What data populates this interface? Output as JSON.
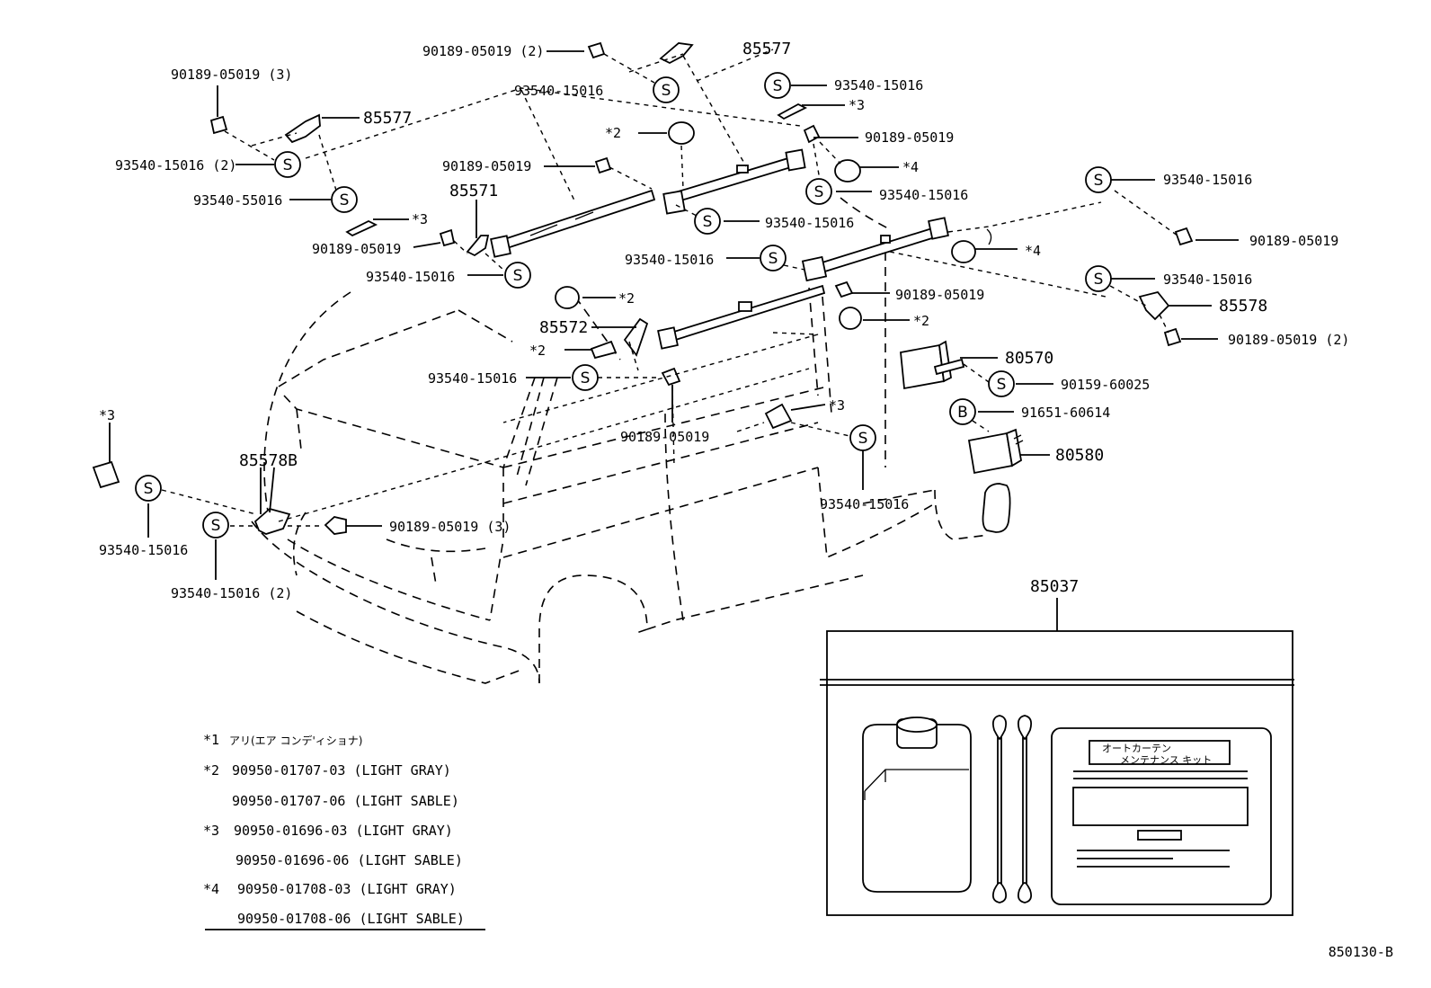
{
  "diagram_id": "850130-B",
  "symbols": {
    "screw": "S",
    "bolt": "B"
  },
  "labels": {
    "c1": "90189-05019 (2)",
    "c2": "85577",
    "c3": "90189-05019 (3)",
    "c4": "93540-15016",
    "c5": "93540-15016",
    "c6": "85577",
    "c7": "*3",
    "c8": "*2",
    "c9": "90189-05019",
    "c10": "93540-15016 (2)",
    "c11": "90189-05019",
    "c12": "*4",
    "c13": "93540-55016",
    "c14": "85571",
    "c15": "93540-15016",
    "c16": "93540-15016",
    "c17": "93540-15016",
    "c18": "*3",
    "c19": "90189-05019",
    "c20": "90189-05019",
    "c21": "93540-15016",
    "c22": "93540-15016",
    "c23": "*4",
    "c24": "*2",
    "c25": "90189-05019",
    "c26": "93540-15016",
    "c27": "85572",
    "c28": "*2",
    "c29": "85578",
    "c30": "*2",
    "c31": "90189-05019 (2)",
    "c32": "93540-15016",
    "c33": "80570",
    "c34": "90159-60025",
    "c35": "90189-05019",
    "c36": "91651-60614",
    "c37": "*3",
    "c38": "*3",
    "c39": "80580",
    "c40": "85578B",
    "c41": "93540-15016",
    "c42": "90189-05019 (3)",
    "c43": "93540-15016",
    "c44": "93540-15016 (2)",
    "c45": "85037"
  },
  "kit": {
    "line1": "オートカーテン",
    "line2": "メンテナンス キット"
  },
  "legend": [
    {
      "mark": "*1",
      "text": "アリ(エア コンデ'ィショナ)"
    },
    {
      "mark": "*2",
      "text": "90950-01707-03  (LIGHT GRAY)"
    },
    {
      "mark": "",
      "text": "90950-01707-06  (LIGHT SABLE)"
    },
    {
      "mark": "*3",
      "text": "90950-01696-03  (LIGHT GRAY)"
    },
    {
      "mark": "",
      "text": "90950-01696-06  (LIGHT SABLE)"
    },
    {
      "mark": "*4",
      "text": "90950-01708-03  (LIGHT GRAY)"
    },
    {
      "mark": "",
      "text": "90950-01708-06  (LIGHT SABLE)"
    }
  ]
}
